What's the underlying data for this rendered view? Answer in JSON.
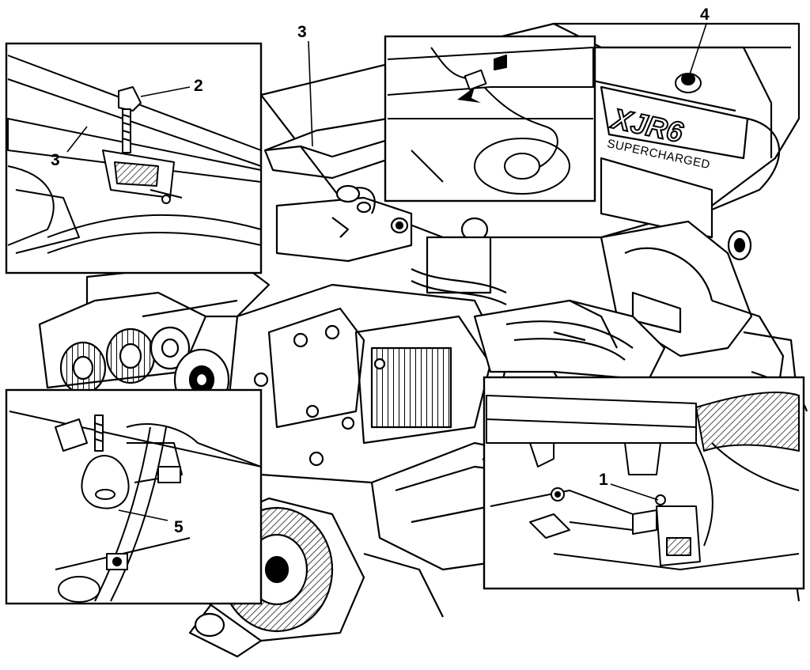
{
  "engine": {
    "badge_brand": "XJR6",
    "badge_text": "SUPERCHARGED"
  },
  "callouts": {
    "c1": "1",
    "c2": "2",
    "c3_inset": "3",
    "c3_main": "3",
    "c4": "4",
    "c5": "5"
  },
  "colors": {
    "ink": "#000000",
    "paper": "#ffffff"
  }
}
